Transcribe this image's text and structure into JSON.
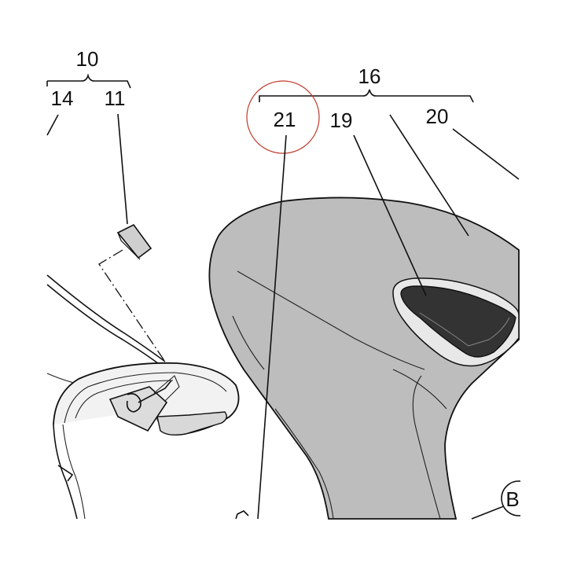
{
  "callouts": {
    "group_10": "10",
    "part_14": "14",
    "part_11": "11",
    "group_16": "16",
    "part_21": "21",
    "part_19": "19",
    "part_20": "20",
    "view_marker": "B"
  },
  "colors": {
    "ink": "#111111",
    "cover_fill": "#bdbdbd",
    "insert_fill": "#333333",
    "highlight_circle": "#c0392b"
  }
}
